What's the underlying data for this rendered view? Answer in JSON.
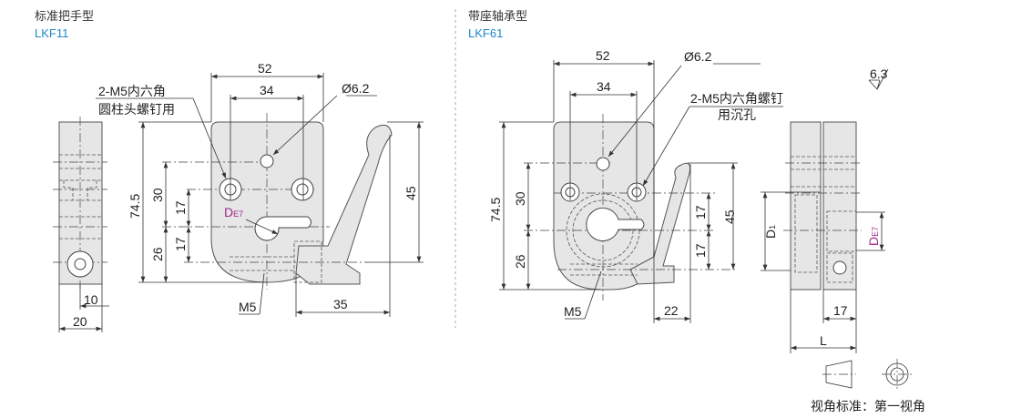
{
  "left": {
    "title": "标准把手型",
    "code": "LKF11",
    "dims": {
      "w52": "52",
      "w34": "34",
      "dia": "Ø6.2",
      "h745": "74.5",
      "h30": "30",
      "h26": "26",
      "h17a": "17",
      "h17b": "17",
      "h45": "45",
      "w35": "35",
      "w10": "10",
      "w20": "20",
      "m5": "M5"
    },
    "note_line1": "2-M5内六角",
    "note_line2": "圆柱头螺钉用",
    "bore": "D",
    "bore_tol": "E7"
  },
  "right": {
    "title": "带座轴承型",
    "code": "LKF61",
    "dims": {
      "w52": "52",
      "w34": "34",
      "dia": "Ø6.2",
      "h745": "74.5",
      "h30": "30",
      "h26": "26",
      "h17a": "17",
      "h17b": "17",
      "h45": "45",
      "w22": "22",
      "m5": "M5",
      "w17": "17",
      "L": "L",
      "d1": "D",
      "d1_sub": "1"
    },
    "note_line1": "2-M5内六角螺钉",
    "note_line2": "用沉孔",
    "bore": "D",
    "bore_tol": "E7",
    "roughness": "6.3"
  },
  "projection": {
    "label": "视角标准：第一视角"
  },
  "colors": {
    "code": "#1e88c8",
    "tolerance": "#a0288c"
  }
}
